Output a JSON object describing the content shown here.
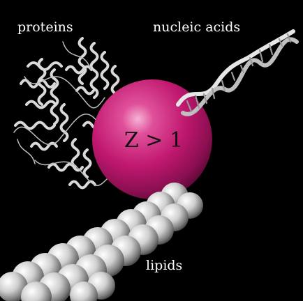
{
  "labels": {
    "proteins": "proteins",
    "nucleic_acids": "nucleic acids",
    "lipids": "lipids",
    "center": "Z > 1"
  },
  "colors": {
    "background": "#000000",
    "sphere": "#c0186f",
    "sphere_highlight": "#f0a0c8",
    "molecule_gray": "#d8d8d8",
    "label_text": "#ffffff",
    "center_text": "#111111"
  }
}
